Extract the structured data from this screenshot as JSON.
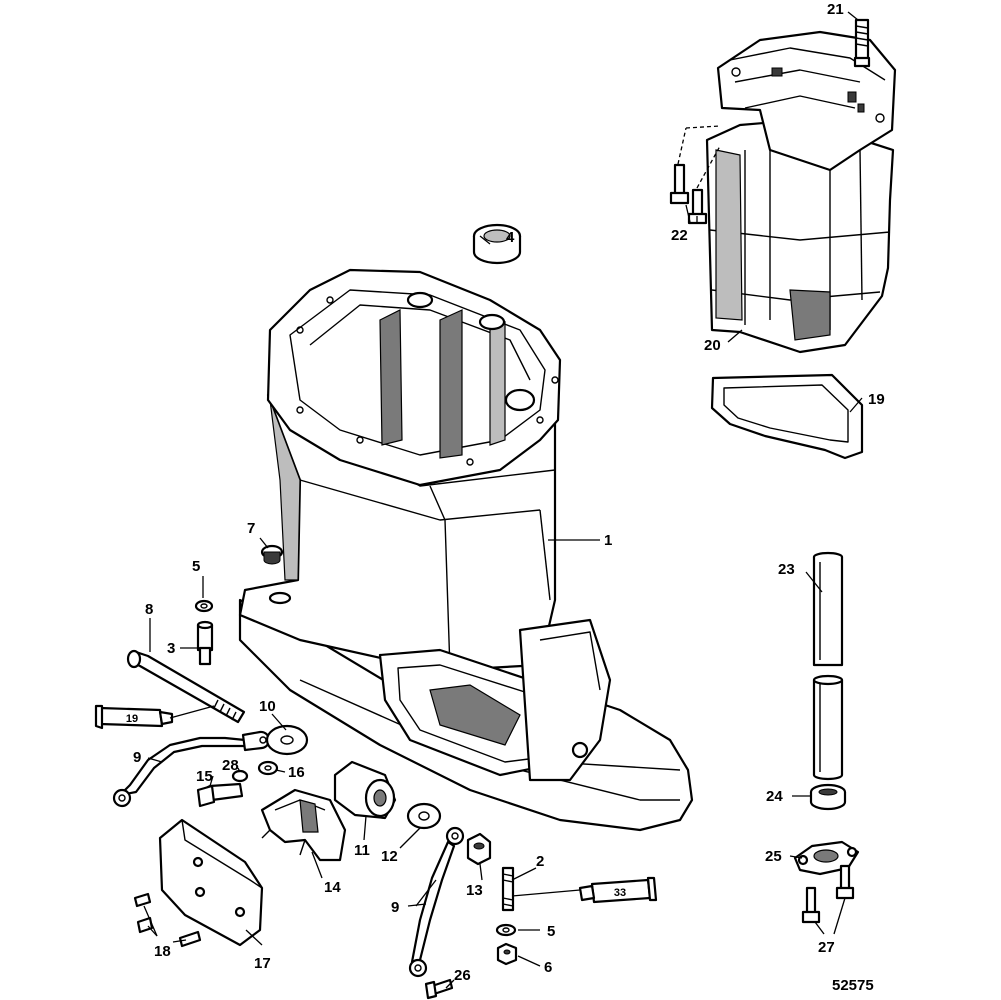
{
  "figure_number": "52575",
  "callouts": [
    {
      "id": "c1",
      "label": "1"
    },
    {
      "id": "c2",
      "label": "2"
    },
    {
      "id": "c3",
      "label": "3"
    },
    {
      "id": "c4",
      "label": "4"
    },
    {
      "id": "c5a",
      "label": "5"
    },
    {
      "id": "c5b",
      "label": "5"
    },
    {
      "id": "c6",
      "label": "6"
    },
    {
      "id": "c7",
      "label": "7"
    },
    {
      "id": "c8",
      "label": "8"
    },
    {
      "id": "c9a",
      "label": "9"
    },
    {
      "id": "c9b",
      "label": "9"
    },
    {
      "id": "c10",
      "label": "10"
    },
    {
      "id": "c11",
      "label": "11"
    },
    {
      "id": "c12",
      "label": "12"
    },
    {
      "id": "c13",
      "label": "13"
    },
    {
      "id": "c14",
      "label": "14"
    },
    {
      "id": "c15",
      "label": "15"
    },
    {
      "id": "c16",
      "label": "16"
    },
    {
      "id": "c17",
      "label": "17"
    },
    {
      "id": "c18",
      "label": "18"
    },
    {
      "id": "c19",
      "label": "19"
    },
    {
      "id": "c20",
      "label": "20"
    },
    {
      "id": "c21",
      "label": "21"
    },
    {
      "id": "c22",
      "label": "22"
    },
    {
      "id": "c23",
      "label": "23"
    },
    {
      "id": "c24",
      "label": "24"
    },
    {
      "id": "c25",
      "label": "25"
    },
    {
      "id": "c26",
      "label": "26"
    },
    {
      "id": "c27",
      "label": "27"
    },
    {
      "id": "c28",
      "label": "28"
    }
  ],
  "sealant_tubes": [
    {
      "id": "t19",
      "label": "19"
    },
    {
      "id": "t33",
      "label": "33"
    }
  ]
}
